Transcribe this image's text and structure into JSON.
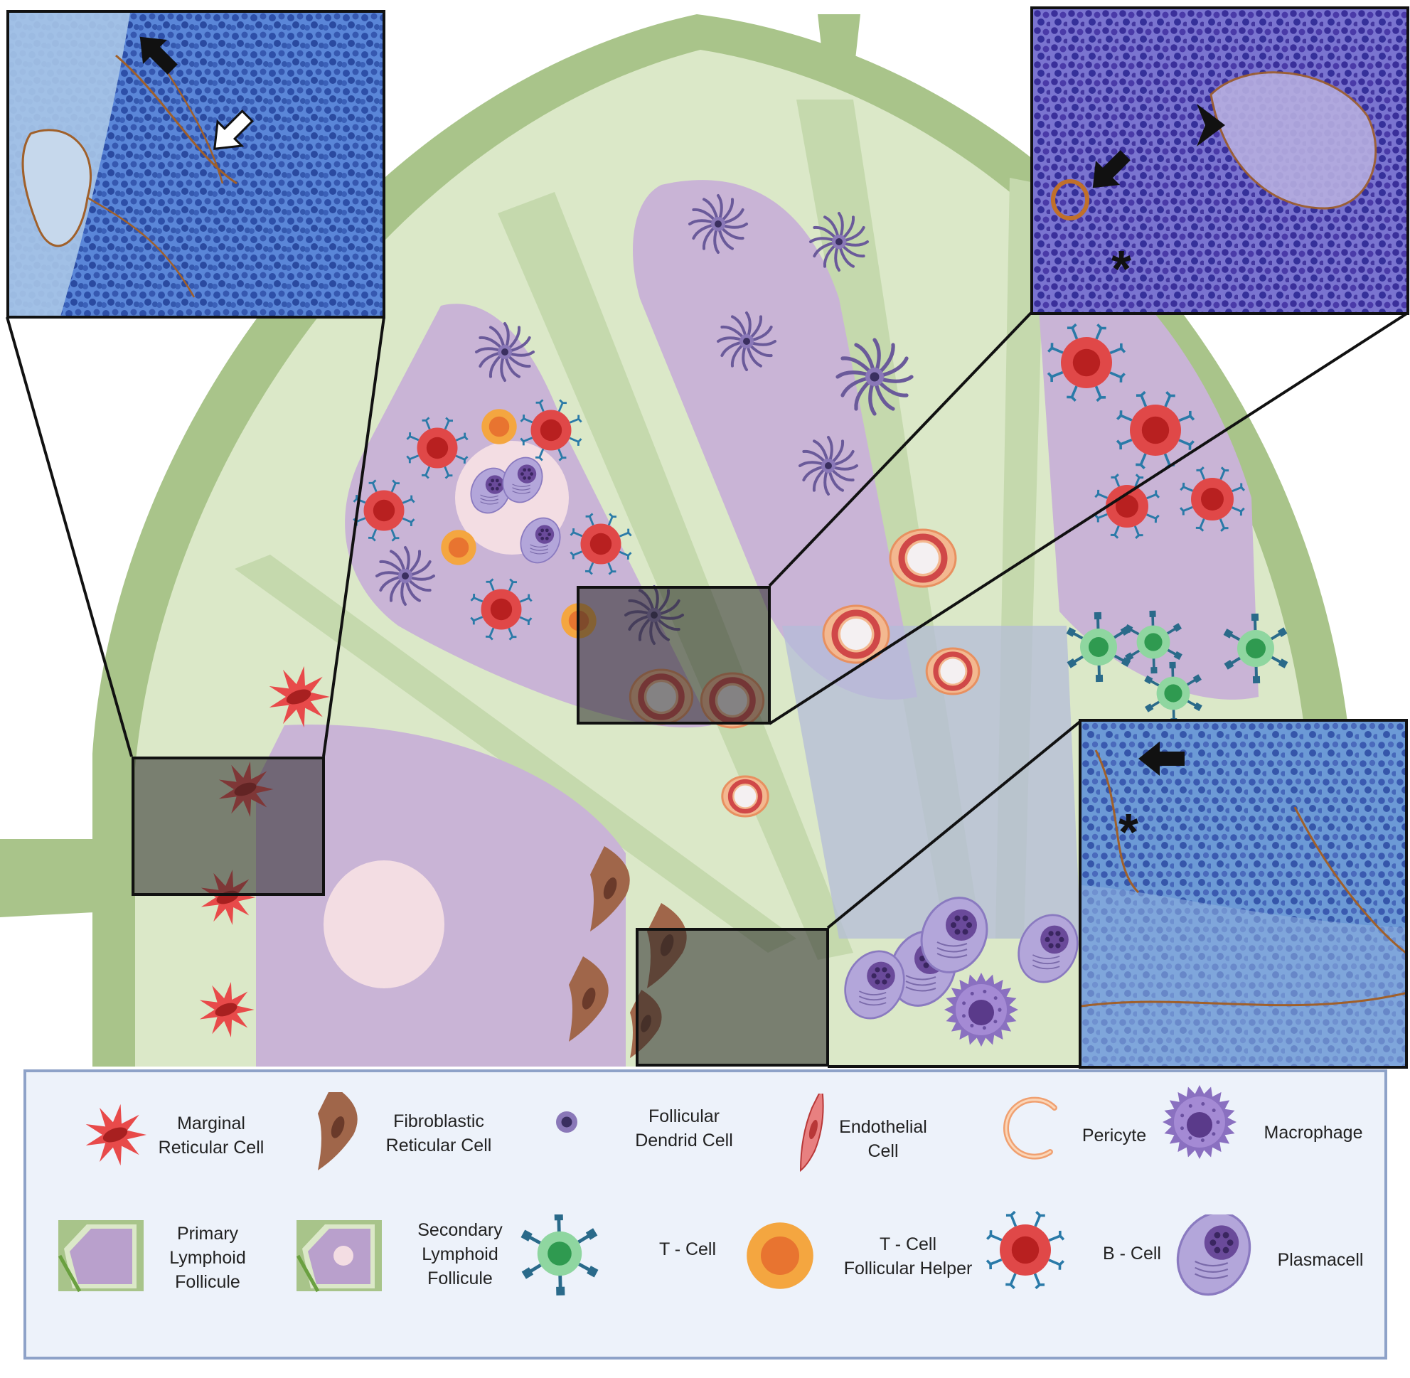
{
  "legend": {
    "items": [
      {
        "id": "marginal-reticular-cell",
        "label": "Marginal\nReticular Cell",
        "icon": "marginal-reticular-cell-icon",
        "color": "#e84a4a"
      },
      {
        "id": "fibroblastic-reticular-cell",
        "label": "Fibroblastic\nReticular Cell",
        "icon": "fibroblastic-reticular-cell-icon",
        "color": "#a0664a"
      },
      {
        "id": "follicular-dendrid-cell",
        "label": "Follicular\nDendrid Cell",
        "icon": "follicular-dendritic-cell-icon",
        "color": "#6a5a9a"
      },
      {
        "id": "endothelial-cell",
        "label": "Endothelial\nCell",
        "icon": "endothelial-cell-icon",
        "color": "#e06a6a"
      },
      {
        "id": "pericyte",
        "label": "Pericyte",
        "icon": "pericyte-icon",
        "color": "#f0a070"
      },
      {
        "id": "macrophage",
        "label": "Macrophage",
        "icon": "macrophage-icon",
        "color": "#8a70c0"
      },
      {
        "id": "primary-lymphoid-follicule",
        "label": "Primary\nLymphoid\nFollicule",
        "icon": "primary-follicle-icon",
        "color": "#b9a0cc"
      },
      {
        "id": "secondary-lymphoid-follicule",
        "label": "Secondary\nLymphoid\nFollicule",
        "icon": "secondary-follicle-icon",
        "color": "#b9a0cc"
      },
      {
        "id": "t-cell",
        "label": "T - Cell",
        "icon": "t-cell-icon",
        "color": "#3aaa60"
      },
      {
        "id": "t-cell-follicular-helper",
        "label": "T - Cell\nFollicular Helper",
        "icon": "tfh-cell-icon",
        "color": "#f0a030"
      },
      {
        "id": "b-cell",
        "label": "B - Cell",
        "icon": "b-cell-icon",
        "color": "#d83030"
      },
      {
        "id": "plasmacell",
        "label": "Plasmacell",
        "icon": "plasmacell-icon",
        "color": "#9a8ac8"
      }
    ]
  },
  "colors": {
    "capsule": "#a9c48a",
    "trabecula": "#dbe8c8",
    "follicle": "#c9b4d6",
    "germinal_center": "#f3dde3",
    "medulla": "#b4bcd8",
    "legend_bg": "#edf2fa",
    "legend_border": "#8ea2c8",
    "histology_bg": "#4a7ad0",
    "stain": "#a0602a"
  },
  "insets": {
    "markers": [
      "*",
      "*"
    ]
  }
}
